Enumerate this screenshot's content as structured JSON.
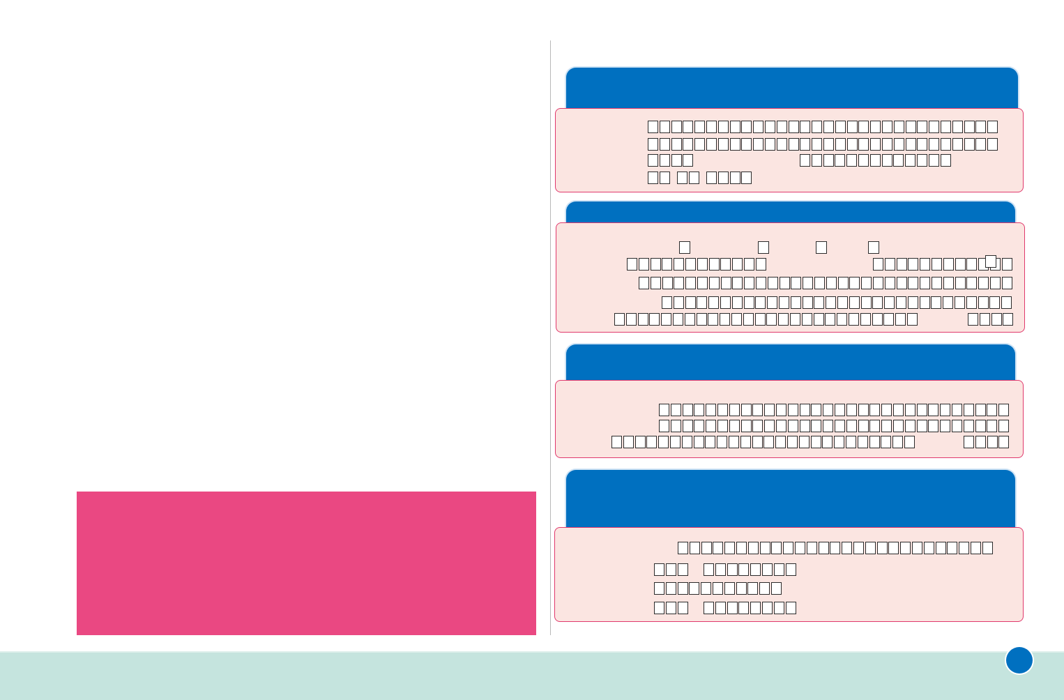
{
  "page": {
    "left_column": {
      "banner_color": "#ea4882"
    },
    "sections": [
      {
        "id": "section-1",
        "header_color": "#0070c0",
        "body_color": "#fbe5e1"
      },
      {
        "id": "section-2",
        "header_color": "#0070c0",
        "body_color": "#fbe5e1"
      },
      {
        "id": "section-3",
        "header_color": "#0070c0",
        "body_color": "#fbe5e1"
      },
      {
        "id": "section-4",
        "header_color": "#0070c0",
        "body_color": "#fbe5e1"
      }
    ],
    "footer": {
      "band_color": "#c5e4de",
      "page_marker_color": "#0070c0"
    }
  }
}
